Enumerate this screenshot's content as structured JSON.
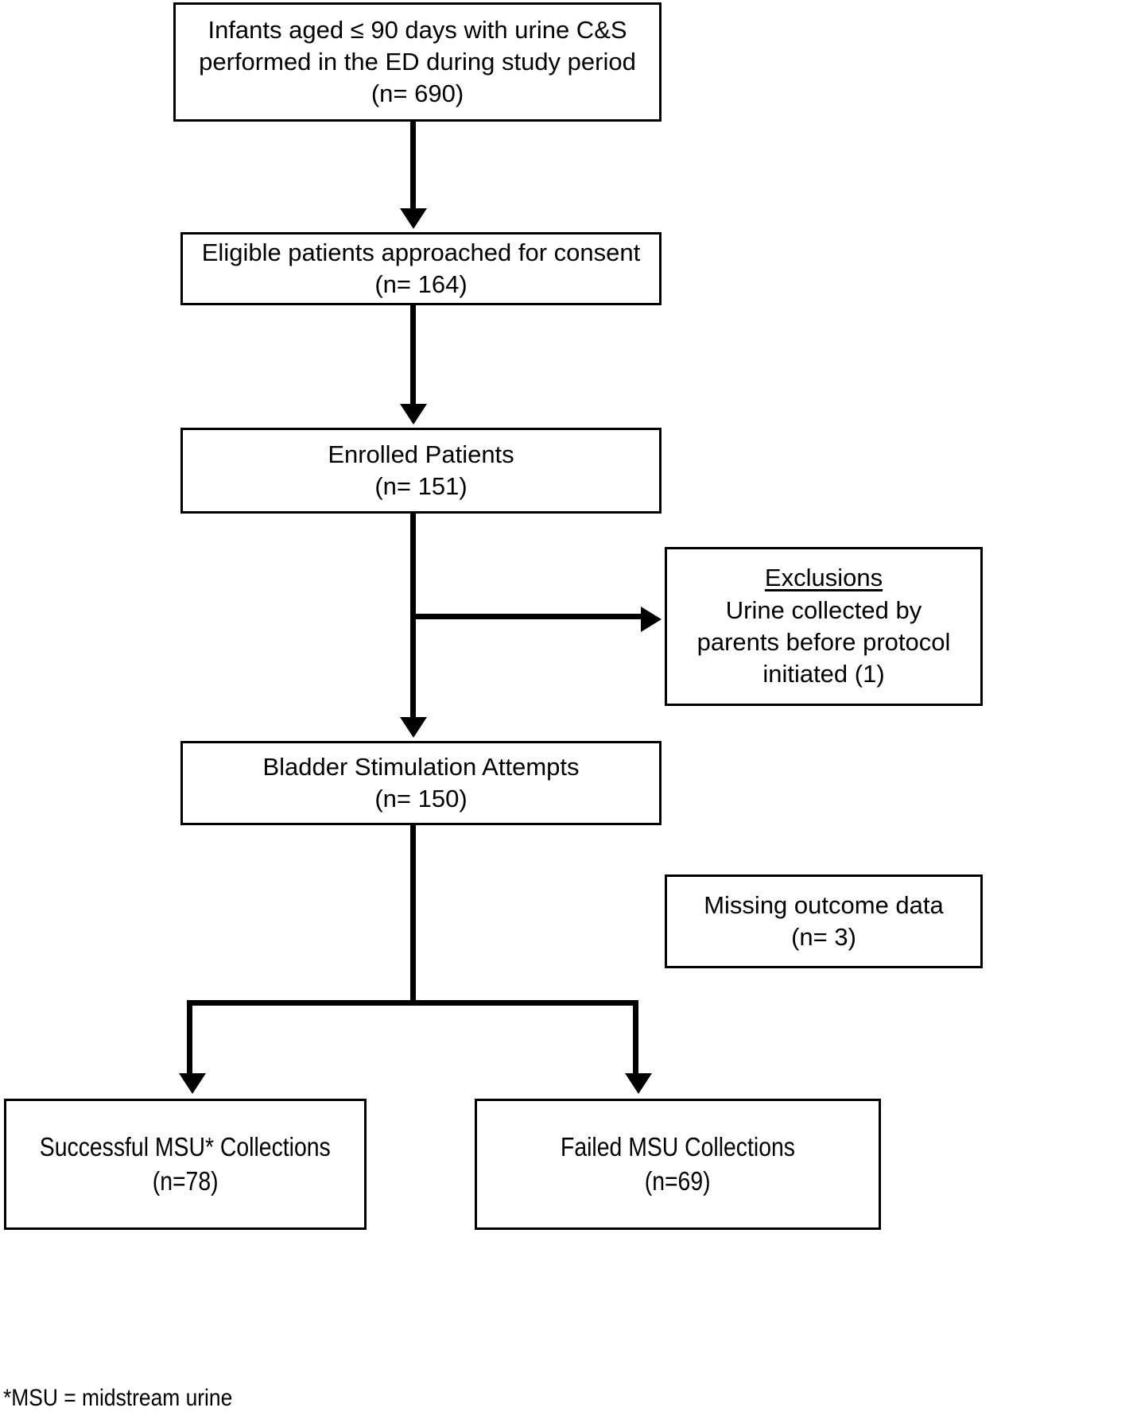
{
  "figure": {
    "type": "flowchart",
    "subject": "Patient enrollment and urine collection flow diagram",
    "footnote": "*MSU = midstream urine"
  },
  "nodes": {
    "screened": {
      "name": "screened-box",
      "line1": "Infants aged ≤ 90 days with urine C&S",
      "line2": "performed in the ED during study period",
      "line3": "(n= 690)",
      "n": 690
    },
    "approached": {
      "name": "approached-box",
      "line1": "Eligible patients approached for consent",
      "line2": "(n= 164)",
      "n": 164
    },
    "enrolled": {
      "name": "enrolled-box",
      "line1": "Enrolled Patients",
      "line2": "(n= 151)",
      "n": 151
    },
    "exclusions": {
      "name": "exclusions-box",
      "title": "Exclusions",
      "line1": "Urine collected by",
      "line2": "parents before protocol",
      "line3": "initiated (1)",
      "n": 1
    },
    "attempts": {
      "name": "bladder-stimulation-box",
      "line1": "Bladder Stimulation Attempts",
      "line2": "(n= 150)",
      "n": 150
    },
    "missing": {
      "name": "missing-outcome-box",
      "line1": "Missing outcome data",
      "line2": "(n= 3)",
      "n": 3
    },
    "success": {
      "name": "successful-msu-box",
      "line1": "Successful MSU* Collections",
      "line2": "(n=78)",
      "n": 78
    },
    "failed": {
      "name": "failed-msu-box",
      "line1": "Failed MSU Collections",
      "line2": "(n=69)",
      "n": 69
    }
  },
  "colors": {
    "stroke": "#000000",
    "fill": "#ffffff",
    "text": "#000000"
  }
}
